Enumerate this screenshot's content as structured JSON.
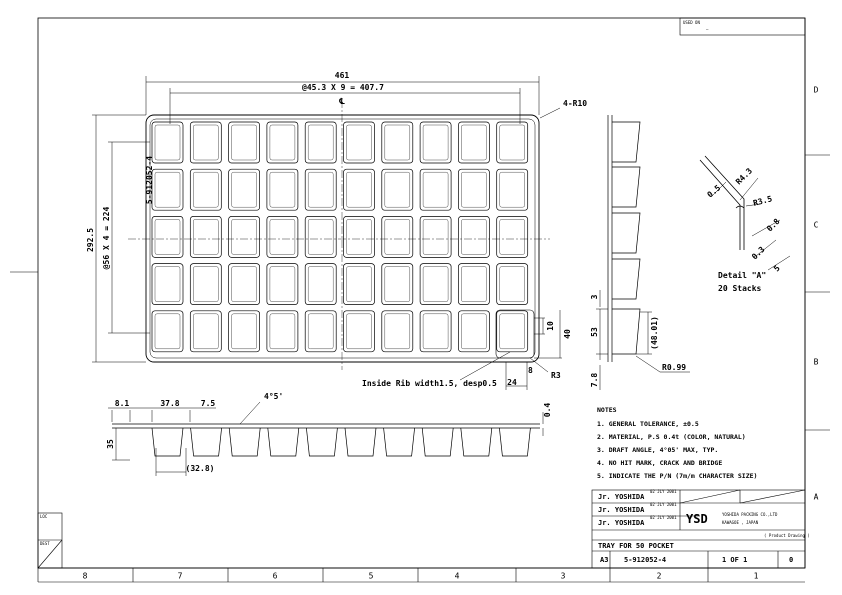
{
  "zones": {
    "columns": [
      "8",
      "7",
      "6",
      "5",
      "4",
      "3",
      "2",
      "1"
    ],
    "rows": [
      "D",
      "C",
      "B",
      "A"
    ]
  },
  "corner_labels": {
    "loc": "LOC",
    "dest": "DEST"
  },
  "revision_box": {
    "label": "USED ON",
    "value": "—"
  },
  "top_view": {
    "overall_width": "461",
    "pitch_x": "@45.3 X 9 = 407.7",
    "centerline": "℄",
    "corner_radius": "4-R10",
    "overall_height": "292.5",
    "pitch_y": "@56 X 4 = 224",
    "part_mark": "5-912052-4",
    "rib_note": "Inside Rib width1.5, desp0.5",
    "pocket_dims": [
      "10",
      "40",
      "24",
      "8",
      "R3"
    ]
  },
  "side_view": {
    "dims": [
      "3",
      "53",
      "(48.01)",
      "R0.99",
      "7.8"
    ]
  },
  "front_view": {
    "dims": [
      "8.1",
      "37.8",
      "7.5",
      "4°5'",
      "35",
      "(32.8)",
      "0.4"
    ]
  },
  "detail": {
    "dims": [
      "0.5",
      "R4.3",
      "R3.5",
      "0.8",
      "0.3",
      "5"
    ],
    "title": "Detail \"A\"",
    "subtitle": "20 Stacks"
  },
  "notes": {
    "heading": "NOTES",
    "items": [
      "1. GENERAL TOLERANCE, ±0.5",
      "2. MATERIAL, P.S 0.4t (COLOR, NATURAL)",
      "3. DRAFT ANGLE, 4°05' MAX, TYP.",
      "4. NO HIT MARK, CRACK AND BRIDGE",
      "5. INDICATE THE P/N (7m/m CHARACTER SIZE)"
    ]
  },
  "title_block": {
    "drawn": "Jr. YOSHIDA",
    "drawn_date": "02 JLY 2001",
    "checked": "Jr. YOSHIDA",
    "checked_date": "02 JLY 2001",
    "approved": "Jr. YOSHIDA",
    "approved_date": "02 JLY 2001",
    "logo": "YSD",
    "company": "YOSHIDA PACKING CO.,LTD",
    "location": "KAWAGOE , JAPAN",
    "drawing_type": "( Product Drawing )",
    "title": "TRAY FOR 50 POCKET",
    "size": "A3",
    "drawing_no": "5-912052-4",
    "sheet": "1 OF 1",
    "rev": "0"
  }
}
